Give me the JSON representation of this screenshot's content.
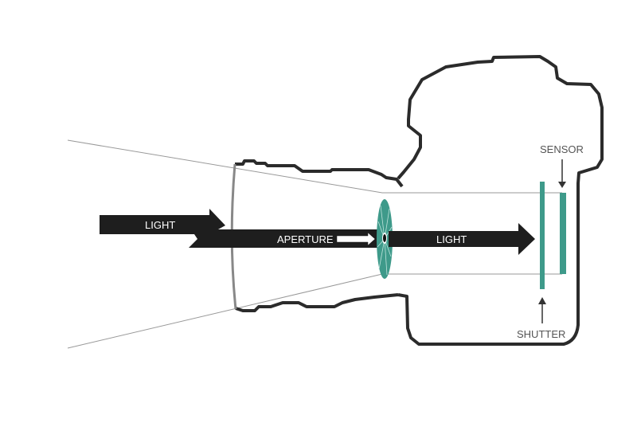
{
  "title": "Camera light path diagram",
  "labels": {
    "light_in": "LIGHT",
    "aperture": "APERTURE",
    "light_out": "LIGHT",
    "sensor": "SENSOR",
    "shutter": "SHUTTER"
  },
  "colors": {
    "outline": "#2b2b2b",
    "teal": "#3e9a8a",
    "arrow": "#1e1e1e",
    "ray": "#999999",
    "lens": "#888888",
    "label": "#555555"
  }
}
